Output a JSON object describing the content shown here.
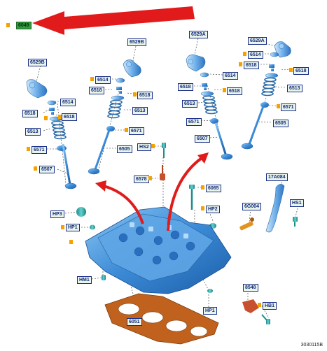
{
  "figure_number": "3030115B",
  "colors": {
    "label_border": "#1a2f8a",
    "label_fill": "#e9f4ea",
    "highlight_fill": "#2f9a3e",
    "marker": "#f5a100",
    "big_arrow": "#e11b1b",
    "part_blue": "#3c8fd8",
    "gasket": "#c0621e"
  },
  "callouts": {
    "c6049": "6049",
    "c6529b_l": "6529B",
    "c6529b_m": "6529B",
    "c6529a_m": "6529A",
    "c6529a_r": "6529A",
    "c6514_a": "6514",
    "c6514_b": "6514",
    "c6514_c": "6514",
    "c6514_d": "6514",
    "c6518_a1": "6518",
    "c6518_a2": "6518",
    "c6518_b1": "6518",
    "c6518_b2": "6518",
    "c6518_c1": "6518",
    "c6518_c2": "6518",
    "c6518_d1": "6518",
    "c6518_d2": "6518",
    "c6513_a": "6513",
    "c6513_b": "6513",
    "c6513_c": "6513",
    "c6513_d": "6513",
    "c6571_a": "6571",
    "c6571_b": "6571",
    "c6571_c": "6571",
    "c6571_d": "6571",
    "c6507_a": "6507",
    "c6505_a": "6505",
    "c6507_b": "6507",
    "c6505_b": "6505",
    "chs2": "HS2",
    "c6578": "6578",
    "c6065": "6065",
    "chp3": "HP3",
    "chp1_l": "HP1",
    "chp2": "HP2",
    "c6g004": "6G004",
    "c17a084": "17A084",
    "chs1": "HS1",
    "chm1": "HM1",
    "c8548": "8548",
    "chb1": "HB1",
    "chp1_b": "HP1",
    "c6051": "6051"
  }
}
